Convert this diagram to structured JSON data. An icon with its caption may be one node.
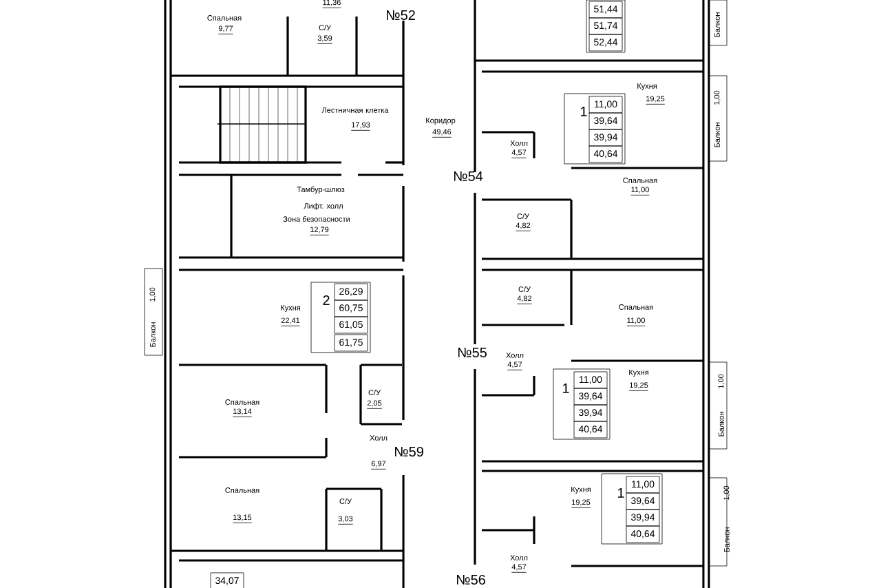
{
  "diagram": {
    "labels": [
      "11,36",
      "№52",
      "Спальная",
      "9,77",
      "С/У",
      "3,59",
      "Лестничная клетка",
      "17,93",
      "Коридор",
      "49,46",
      "51,44",
      "51,74",
      "52,44",
      "Балкон",
      "Тамбур-шлюз",
      "Лифт. холл",
      "Зона безопасности",
      "12,79",
      "№54",
      "Кухня",
      "19,25",
      "1",
      "11,00",
      "39,64",
      "39,94",
      "40,64",
      "Балкон",
      "1,00",
      "Холл",
      "4,57",
      "Спальная",
      "11,00",
      "С/У",
      "4,82",
      "С/У",
      "4,82",
      "Спальная",
      "11,00",
      "№55",
      "Холл",
      "4,57",
      "Кухня",
      "19,25",
      "1",
      "11,00",
      "39,64",
      "39,94",
      "40,64",
      "Балкон",
      "1,00",
      "Балкон",
      "1,00",
      "Кухня",
      "22,41",
      "2",
      "26,29",
      "60,75",
      "61,05",
      "61,75",
      "Спальная",
      "13,14",
      "С/У",
      "2,05",
      "Холл",
      "6,97",
      "№59",
      "Спальная",
      "13,15",
      "С/У",
      "3,03",
      "Кухня",
      "19,25",
      "1",
      "11,00",
      "39,64",
      "39,94",
      "40,64",
      "Балкон",
      "1,00",
      "Холл",
      "4,57",
      "№56",
      "34,07"
    ]
  }
}
